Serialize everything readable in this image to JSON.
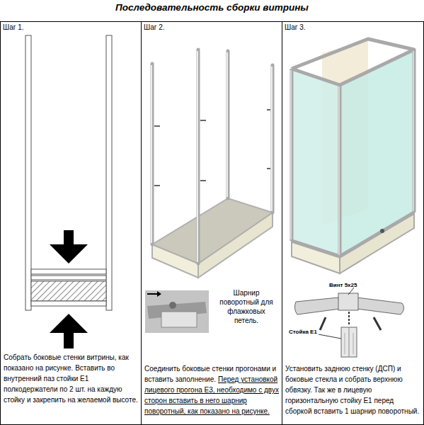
{
  "diagram": {
    "title": "Последовательность сборки витрины",
    "nodes": [
      {
        "text": [
          "Шаг 1.",
          "Собрать боковые стенки витрины, как показано на рисунке. Вставить во внутренний паз стойки Е1 полкодержатели по 2 шт. на каждую стойку и закрепить на желаемой высоте."
        ]
      },
      {
        "text": [
          "Шаг 2.",
          "Соединить боковые стенки прогонами и вставить заполнение.",
          "Перед установкой лицевого прогона Е3, необходимо с двух сторон вставить в него шарнир поворотный, как показано на рисунке."
        ]
      },
      {
        "text": [
          "Шаг 3.",
          "Установить заднюю стенку (ДСП) и боковые стекла и собрать верхнюю обвязку. Так же в лицевую горизонтальную стойку Е1 перед сборкой вставить 1 шарнир поворотный."
        ]
      }
    ],
    "labels": [
      "Шарнир поворотный для флажковых петель.",
      "Винт 5х25",
      "Стойка Е1"
    ]
  }
}
